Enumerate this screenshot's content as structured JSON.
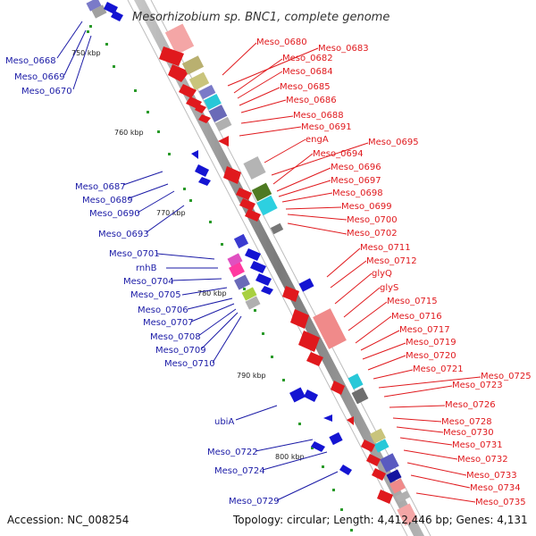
{
  "title": "Mesorhizobium sp. BNC1, complete genome",
  "accession_text": "Accession: NC_008254",
  "topology_text": "Topology: circular; Length: 4,412,446 bp; Genes: 4,131",
  "ticks": [
    "750 kbp",
    "760 kbp",
    "770 kbp",
    "780 kbp",
    "790 kbp",
    "800 kbp"
  ],
  "right_genes": [
    "Meso_0680",
    "Meso_0683",
    "Meso_0682",
    "Meso_0684",
    "Meso_0685",
    "Meso_0686",
    "Meso_0688",
    "Meso_0691",
    "engA",
    "Meso_0695",
    "Meso_0694",
    "Meso_0696",
    "Meso_0697",
    "Meso_0698",
    "Meso_0699",
    "Meso_0700",
    "Meso_0702",
    "Meso_0711",
    "Meso_0712",
    "glyQ",
    "glyS",
    "Meso_0715",
    "Meso_0716",
    "Meso_0717",
    "Meso_0719",
    "Meso_0720",
    "Meso_0721",
    "Meso_0725",
    "Meso_0723",
    "Meso_0726",
    "Meso_0728",
    "Meso_0730",
    "Meso_0731",
    "Meso_0732",
    "Meso_0733",
    "Meso_0734",
    "Meso_0735"
  ],
  "left_genes": [
    "Meso_0668",
    "Meso_0669",
    "Meso_0670",
    "Meso_0687",
    "Meso_0689",
    "Meso_0690",
    "Meso_0693",
    "Meso_0701",
    "rnhB",
    "Meso_0704",
    "Meso_0705",
    "Meso_0706",
    "Meso_0707",
    "Meso_0708",
    "Meso_0709",
    "Meso_0710",
    "ubiA",
    "Meso_0722",
    "Meso_0724",
    "Meso_0729"
  ],
  "colors": {
    "forward": "#e0191d",
    "reverse": "#1414d2",
    "backbone": "#8c8c8c",
    "tick": "#1e8c1e"
  }
}
